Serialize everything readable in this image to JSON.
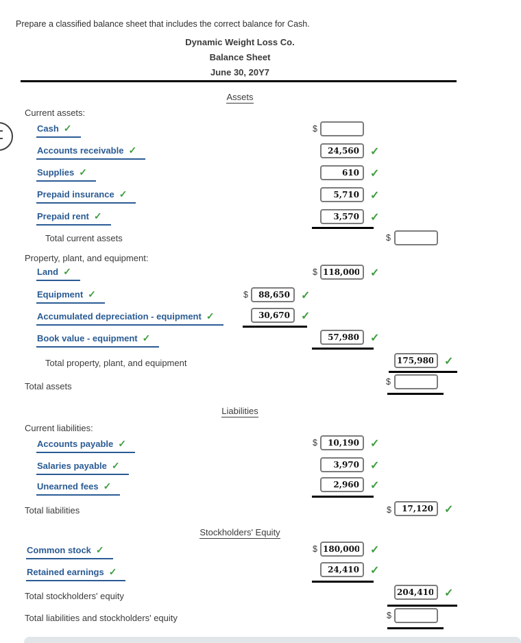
{
  "instruction": "Prepare a classified balance sheet that includes the correct balance for Cash.",
  "statement": {
    "company": "Dynamic Weight Loss Co.",
    "report": "Balance Sheet",
    "date": "June 30, 20Y7"
  },
  "symbols": {
    "dollar": "$",
    "check": "✓"
  },
  "colors": {
    "account_link_blue": "#2a5b94",
    "check_green": "#3f9d3f",
    "input_border_gray": "#7b7b7b"
  },
  "assets": {
    "header": "Assets",
    "current_label": "Current assets:",
    "rows": [
      {
        "account": "Cash",
        "value": ""
      },
      {
        "account": "Accounts receivable",
        "value": "24,560"
      },
      {
        "account": "Supplies",
        "value": "610"
      },
      {
        "account": "Prepaid insurance",
        "value": "5,710"
      },
      {
        "account": "Prepaid rent",
        "value": "3,570"
      }
    ],
    "total_current_label": "Total current assets",
    "total_current_value": "",
    "ppe_label": "Property, plant, and equipment:",
    "ppe_rows": [
      {
        "account": "Land",
        "value": "118,000"
      },
      {
        "account": "Equipment",
        "value": "88,650"
      },
      {
        "account": "Accumulated depreciation - equipment",
        "value": "30,670"
      },
      {
        "account": "Book value - equipment",
        "value": "57,980"
      }
    ],
    "total_ppe_label": "Total property, plant, and equipment",
    "total_ppe_value": "175,980",
    "total_assets_label": "Total assets",
    "total_assets_value": ""
  },
  "liabilities": {
    "header": "Liabilities",
    "current_label": "Current liabilities:",
    "rows": [
      {
        "account": "Accounts payable",
        "value": "10,190"
      },
      {
        "account": "Salaries payable",
        "value": "3,970"
      },
      {
        "account": "Unearned fees",
        "value": "2,960"
      }
    ],
    "total_label": "Total liabilities",
    "total_value": "17,120"
  },
  "equity": {
    "header": "Stockholders' Equity",
    "rows": [
      {
        "account": "Common stock",
        "value": "180,000"
      },
      {
        "account": "Retained earnings",
        "value": "24,410"
      }
    ],
    "total_label": "Total stockholders' equity",
    "total_value": "204,410",
    "grand_total_label": "Total liabilities and stockholders' equity",
    "grand_total_value": ""
  }
}
